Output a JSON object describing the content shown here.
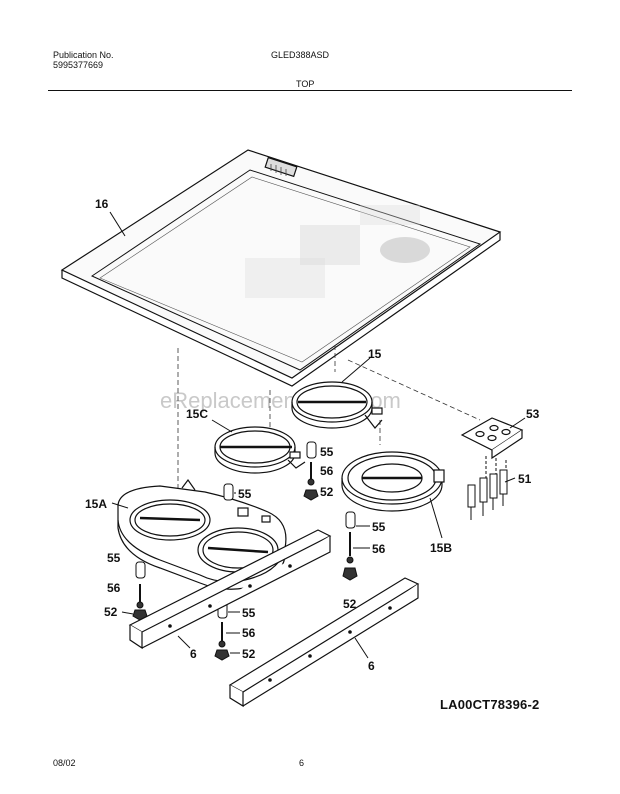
{
  "header": {
    "publication_label": "Publication No.",
    "publication_number": "5995377669",
    "model": "GLED388ASD",
    "section": "TOP"
  },
  "callouts": {
    "c16": "16",
    "c15": "15",
    "c15C": "15C",
    "c15A": "15A",
    "c15B": "15B",
    "c53": "53",
    "c51": "51",
    "c55a": "55",
    "c56a": "56",
    "c52a": "52",
    "c55b": "55",
    "c55c": "55",
    "c56c": "56",
    "c52c": "52",
    "c55d": "55",
    "c56d": "56",
    "c52d": "52",
    "c55e": "55",
    "c56e": "56",
    "c52e": "52",
    "c6a": "6",
    "c6b": "6"
  },
  "watermark": "eReplacementParts.com",
  "diagram_code": "LA00CT78396-2",
  "footer": {
    "date": "08/02",
    "page": "6"
  }
}
